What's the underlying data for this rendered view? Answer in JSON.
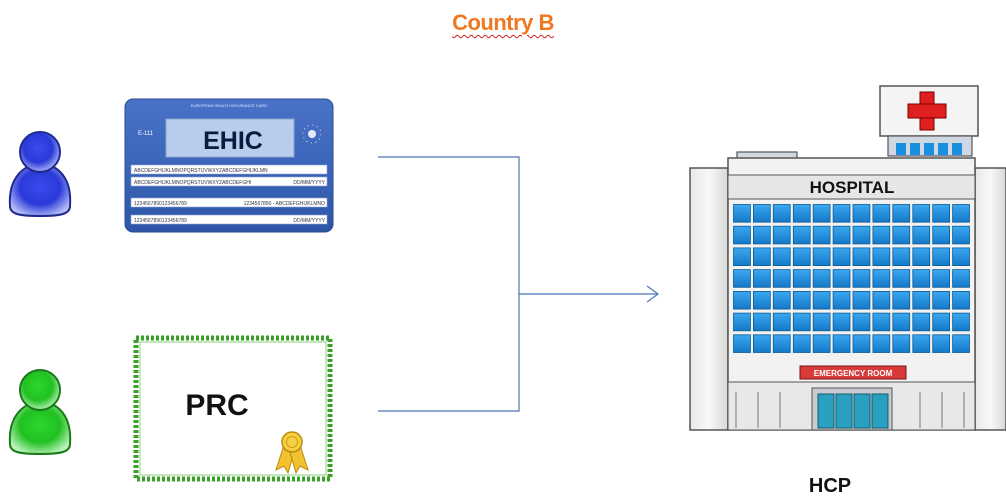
{
  "title": "Country B",
  "ehic": {
    "header": "EUROPEAN HEALTH INSURANCE CARD",
    "code": "E-111",
    "name": "EHIC",
    "rows": [
      "ABCDEFGHIJKLMNOPQRSTUVWXYZABCDEFGHIJKLMN",
      "ABCDEFGHIJKLMNOPQRSTUVWXYZABCDEFGHI",
      "1234567890123456789",
      "1234567890123456789"
    ],
    "row_right": [
      "",
      "DD/MM/YYYY",
      "1234567890 - ABCDEFGHIJKLMNO",
      "DD/MM/YYYY"
    ]
  },
  "prc": {
    "label": "PRC"
  },
  "hospital": {
    "sign": "HOSPITAL",
    "emergency": "EMERGENCY ROOM",
    "caption": "HCP"
  },
  "colors": {
    "title": "#f07820",
    "card_blue": "#3a62b8",
    "user_blue": "#2a3ad8",
    "user_green": "#22c022",
    "frame_green": "#3aa028",
    "connector": "#4a78b8",
    "window_blue": "#1a8ee0",
    "cross_red": "#e02020"
  }
}
